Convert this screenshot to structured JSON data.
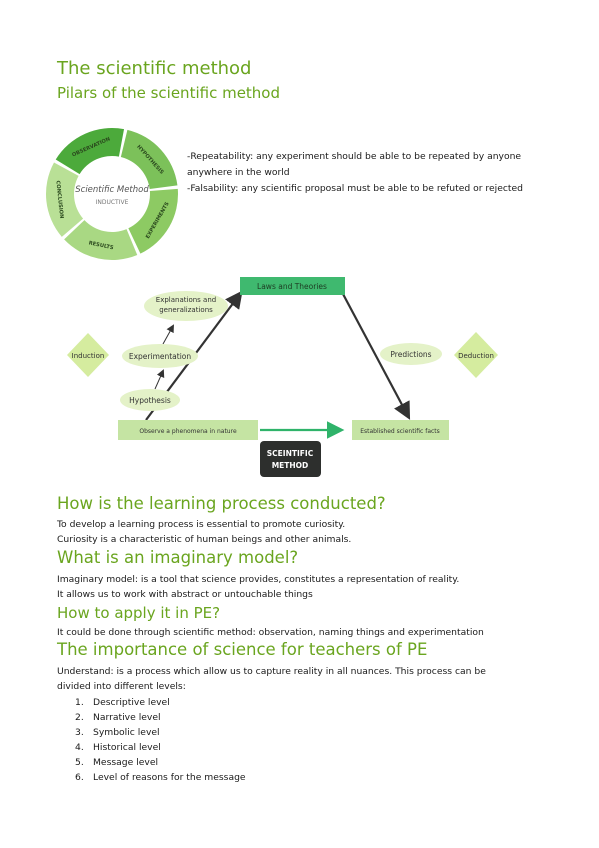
{
  "title": "The scientific method",
  "subtitle": "Pilars of the scientific method",
  "cycle": {
    "segments": [
      "OBSERVATION",
      "HYPOTHESIS",
      "EXPERIMENTS",
      "RESULTS",
      "CONCLUSION"
    ],
    "center_title": "Scientific Method",
    "center_sub": "INDUCTIVE",
    "colors": [
      "#4caa3b",
      "#7cc15a",
      "#8dca63",
      "#a9d883",
      "#b9e096"
    ]
  },
  "pillars": [
    "-Repeatability: any experiment should be able to be repeated by anyone anywhere in the world",
    "-Falsability: any scientific proposal must be able to be refuted or rejected"
  ],
  "diagram": {
    "laws": "Laws and Theories",
    "explanations_1": "Explanations and",
    "explanations_2": "generalizations",
    "experimentation": "Experimentation",
    "hypothesis": "Hypothesis",
    "induction": "Induction",
    "predictions": "Predictions",
    "deduction": "Deduction",
    "observe": "Observe a phenomena in nature",
    "facts": "Established scientific facts",
    "badge_1": "SCEINTIFIC",
    "badge_2": "METHOD"
  },
  "learning": {
    "heading": "How is the learning process conducted?",
    "lines": [
      "To develop a learning process is essential to promote curiosity.",
      "Curiosity is a characteristic of human beings and other animals."
    ]
  },
  "imaginary": {
    "heading": "What is an imaginary model?",
    "lines": [
      "Imaginary model: is a tool that science provides, constitutes a representation of reality.",
      "It allows us to work with abstract or untouchable things"
    ]
  },
  "apply": {
    "heading": "How to apply it in PE?",
    "line": "It could be done through scientific method: observation, naming things and experimentation"
  },
  "importance": {
    "heading": "The importance of science for teachers of PE",
    "line1": "Understand: is a process which allow us to capture reality in all nuances. This process can be",
    "line2": "divided into different levels:",
    "levels": [
      {
        "num": "1.",
        "text": "Descriptive level"
      },
      {
        "num": "2.",
        "text": "Narrative level"
      },
      {
        "num": "3.",
        "text": "Symbolic level"
      },
      {
        "num": "4.",
        "text": "Historical level"
      },
      {
        "num": "5.",
        "text": "Message level"
      },
      {
        "num": "6.",
        "text": "Level of reasons for the message"
      }
    ]
  }
}
